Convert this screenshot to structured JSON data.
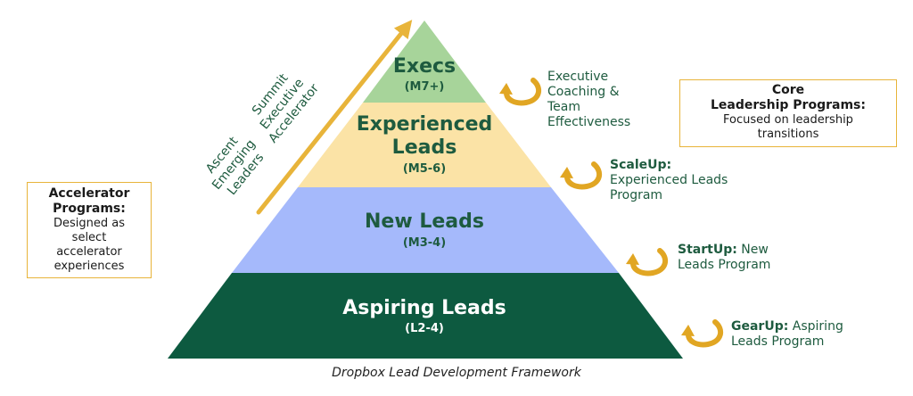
{
  "colors": {
    "tier_exec": "#a7d49a",
    "tier_experienced": "#fbe3a6",
    "tier_new": "#a5b9fb",
    "tier_aspiring": "#0d5a40",
    "dark_green": "#1e5b3f",
    "gold": "#e8b43a",
    "accent_curl": "#e1a623"
  },
  "tiers": [
    {
      "title": "Execs",
      "level": "(M7+)"
    },
    {
      "title_line1": "Experienced",
      "title_line2": "Leads",
      "level": "(M5-6)"
    },
    {
      "title": "New Leads",
      "level": "(M3-4)"
    },
    {
      "title": "Aspiring Leads",
      "level": "(L2-4)"
    }
  ],
  "accelerator_arrow": {
    "upper": [
      "Summit",
      "Executive",
      "Accelerator"
    ],
    "lower": [
      "Ascent",
      "Emerging",
      "Leaders"
    ]
  },
  "programs": [
    {
      "name": "",
      "desc_lines": [
        "Executive",
        "Coaching &",
        "Team",
        "Effectiveness"
      ],
      "icon": "curl-arrow-icon"
    },
    {
      "name": "ScaleUp:",
      "desc_lines": [
        "Experienced Leads",
        "Program"
      ],
      "icon": "curl-arrow-icon"
    },
    {
      "name": "StartUp:",
      "desc_first": " New",
      "desc_lines": [
        "Leads Program"
      ],
      "icon": "curl-arrow-icon"
    },
    {
      "name": "GearUp:",
      "desc_first": " Aspiring",
      "desc_lines": [
        "Leads Program"
      ],
      "icon": "curl-arrow-icon"
    }
  ],
  "accelerator_box": {
    "title_lines": [
      "Accelerator",
      "Programs:"
    ],
    "desc_lines": [
      "Designed as",
      "select",
      "accelerator",
      "experiences"
    ]
  },
  "core_box": {
    "title_lines": [
      "Core",
      "Leadership Programs:"
    ],
    "desc_lines": [
      "Focused on leadership",
      "transitions"
    ]
  },
  "caption": "Dropbox Lead Development Framework"
}
